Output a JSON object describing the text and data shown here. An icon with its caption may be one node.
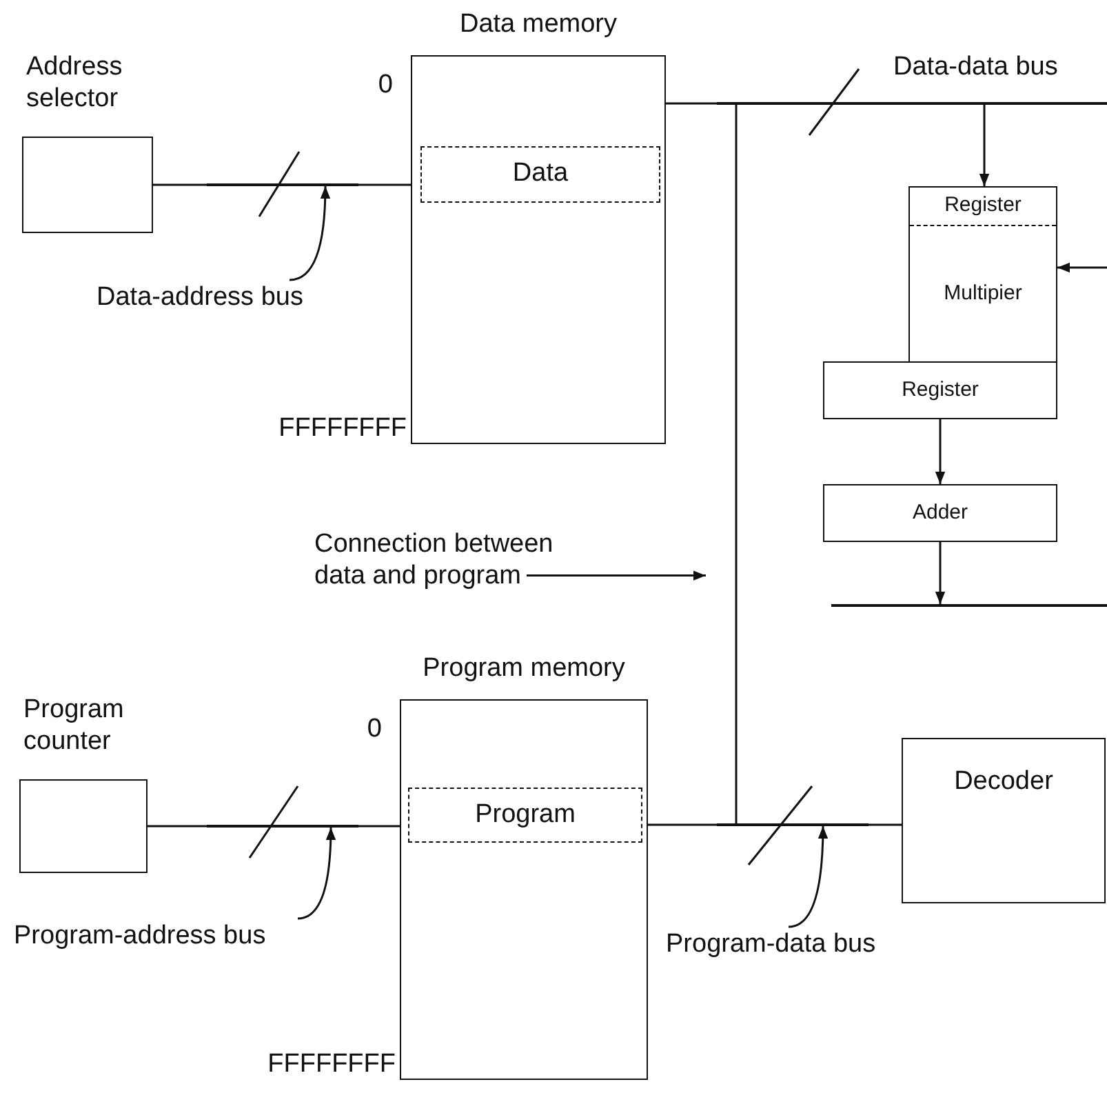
{
  "diagram": {
    "nodes": [
      {
        "text": [
          "Address selector"
        ]
      },
      {
        "text": [],
        "shape": "bar"
      },
      {
        "text": [
          "Data memory"
        ],
        "beside": [
          "0",
          "FFFFFFFF"
        ]
      },
      {
        "text": [
          "Data"
        ],
        "in": 2
      },
      {
        "text": [
          "Data-data bus"
        ]
      },
      {
        "text": [
          "Register",
          "Multipier"
        ]
      },
      {
        "text": [
          "Data-address bus"
        ]
      },
      {
        "text": [
          "Register"
        ]
      },
      {
        "text": [
          "Adder"
        ]
      },
      {
        "text": [
          "Connection between data and program"
        ]
      },
      {
        "text": [],
        "shape": "bar"
      },
      {
        "text": [
          "Program counter"
        ]
      },
      {
        "text": [],
        "shape": "bar"
      },
      {
        "text": [
          "Program memory"
        ],
        "beside": [
          "0",
          "FFFFFFFF"
        ]
      },
      {
        "text": [
          "Program"
        ],
        "in": 13
      },
      {
        "text": [
          "Decoder"
        ]
      },
      {
        "text": [],
        "shape": "bar"
      },
      {
        "text": [
          "Program-address bus"
        ]
      },
      {
        "text": [
          "Program-data bus"
        ]
      }
    ],
    "edges": [
      {
        "from": 0,
        "to": 1,
        "arrow": "none"
      },
      {
        "from": 1,
        "to": 2,
        "arrow": "none"
      },
      {
        "from": 2,
        "to": 4,
        "arrow": "none"
      },
      {
        "from": 4,
        "to": 5,
        "arrow": "to"
      },
      {
        "from": null,
        "to": 5,
        "arrow": "to"
      },
      {
        "from": 7,
        "to": 8,
        "arrow": "to"
      },
      {
        "from": 8,
        "to": 10,
        "arrow": "to"
      },
      {
        "from": 6,
        "to": 1,
        "arrow": "to"
      },
      {
        "from": 9,
        "to": null,
        "arrow": "to"
      },
      {
        "from": 11,
        "to": 12,
        "arrow": "none"
      },
      {
        "from": 12,
        "to": 13,
        "arrow": "none"
      },
      {
        "from": 13,
        "to": 16,
        "arrow": "none"
      },
      {
        "from": 16,
        "to": 15,
        "arrow": "none"
      },
      {
        "from": 4,
        "to": 16,
        "arrow": "none"
      },
      {
        "from": 17,
        "to": 12,
        "arrow": "to"
      },
      {
        "from": 18,
        "to": 16,
        "arrow": "to"
      }
    ]
  }
}
